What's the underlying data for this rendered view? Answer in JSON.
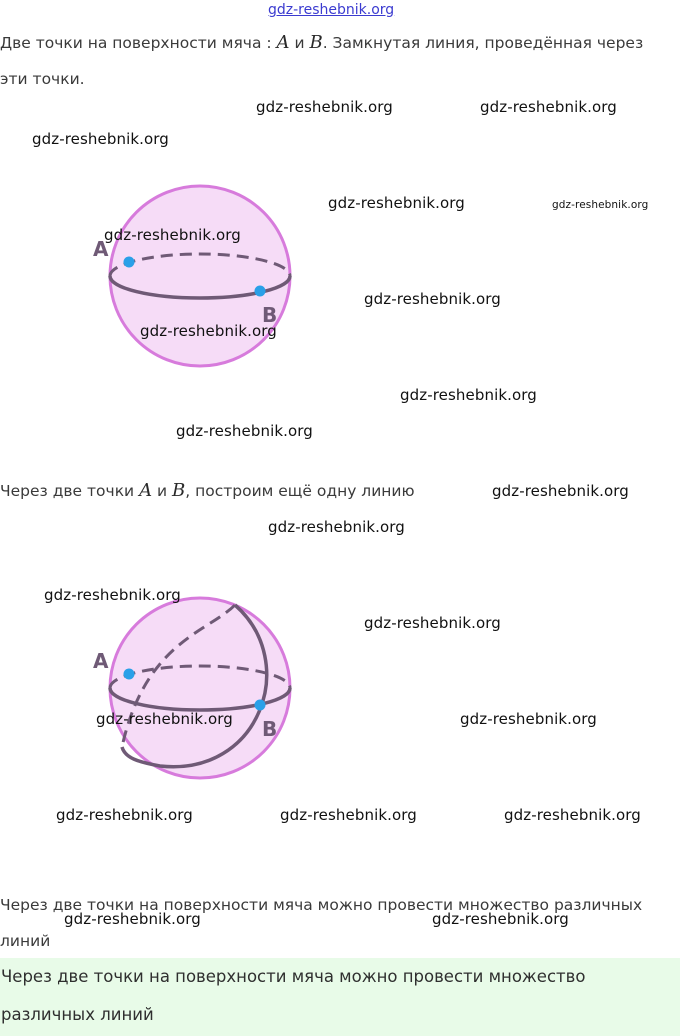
{
  "watermark": "gdz-reshebnik.org",
  "intro": {
    "prefix": "Две точки на поверхности мяча : ",
    "point_a": "A",
    "conj": " и ",
    "point_b": "B",
    "suffix": ". Замкнутая линия, проведённая через",
    "line2": "эти точки."
  },
  "figure1": {
    "label_a": "A",
    "label_b": "B"
  },
  "middle": {
    "prefix": "Через две точки ",
    "point_a": "A",
    "conj": " и ",
    "point_b": "B",
    "suffix": ", построим ещё одну линию"
  },
  "figure2": {
    "label_a": "A",
    "label_b": "B"
  },
  "conclusion": {
    "line1": "Через две точки на поверхности мяча можно провести множество различных",
    "line2": "линий"
  },
  "answer": {
    "line1": "Через две точки на поверхности мяча можно провести множество",
    "line2": "различных линий"
  },
  "colors": {
    "ball_fill": "#f6dcf7",
    "ball_stroke": "#d77bdc",
    "line": "#6f5a76",
    "point": "#2aa0e8",
    "answer_bg": "#e8fbe8"
  }
}
